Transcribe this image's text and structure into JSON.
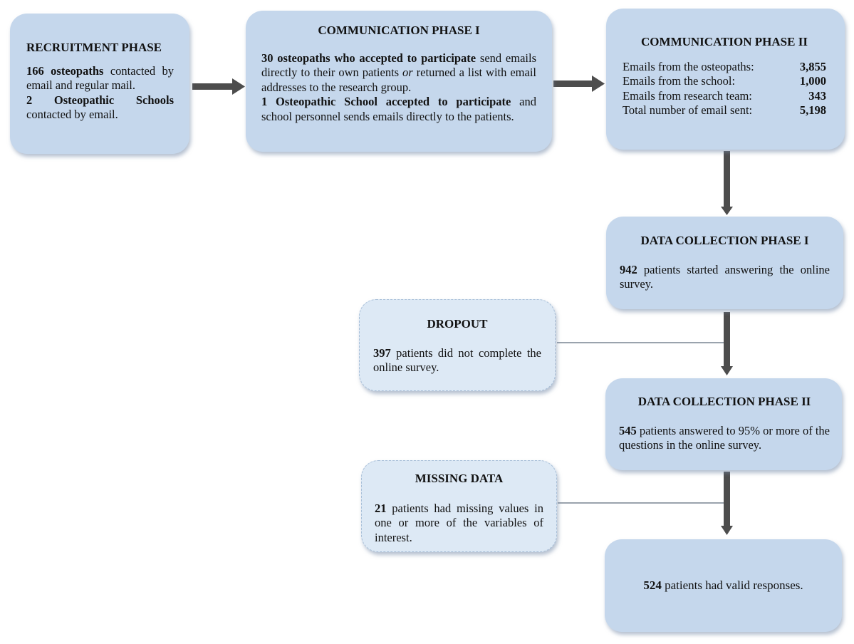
{
  "recruitment": {
    "title": "RECRUITMENT PHASE",
    "line1_bold": "166 osteopaths",
    "line1_rest": " contacted by email and regular mail.",
    "line2_bold": "2 Osteopathic Schools",
    "line2_rest": " contacted by email."
  },
  "comm1": {
    "title": "COMMUNICATION PHASE I",
    "p1_bold": "30 osteopaths who accepted to participate",
    "p1_a": " send emails directly to their own patients ",
    "p1_italic": "or",
    "p1_b": " returned a list with email addresses to the research group.",
    "p2_bold": "1 Osteopathic School accepted to participate",
    "p2_rest": " and school personnel sends emails directly to the patients."
  },
  "comm2": {
    "title": "COMMUNICATION PHASE II",
    "rows": [
      {
        "label": "Emails from the osteopaths:",
        "value": "3,855"
      },
      {
        "label": "Emails from the school:",
        "value": "1,000"
      },
      {
        "label": "Emails from research team:",
        "value": "343"
      },
      {
        "label": "Total number of email sent:",
        "value": "5,198"
      }
    ]
  },
  "data1": {
    "title": "DATA COLLECTION PHASE I",
    "bold": "942",
    "rest": " patients started answering the online survey."
  },
  "dropout": {
    "title": "DROPOUT",
    "bold": "397",
    "rest": " patients did not complete the online survey."
  },
  "data2": {
    "title": "DATA COLLECTION PHASE II",
    "bold": "545",
    "rest": " patients answered to 95% or more of the questions in the online survey."
  },
  "missing": {
    "title": "MISSING DATA",
    "bold": "21",
    "rest": " patients had missing values in one or more of the variables of interest."
  },
  "final": {
    "bold": "524",
    "rest": " patients had valid responses."
  },
  "colors": {
    "box": "#c5d7ec",
    "box_light": "#dde9f5",
    "arrow": "#4d4d4d",
    "line": "#9aa3ad"
  }
}
